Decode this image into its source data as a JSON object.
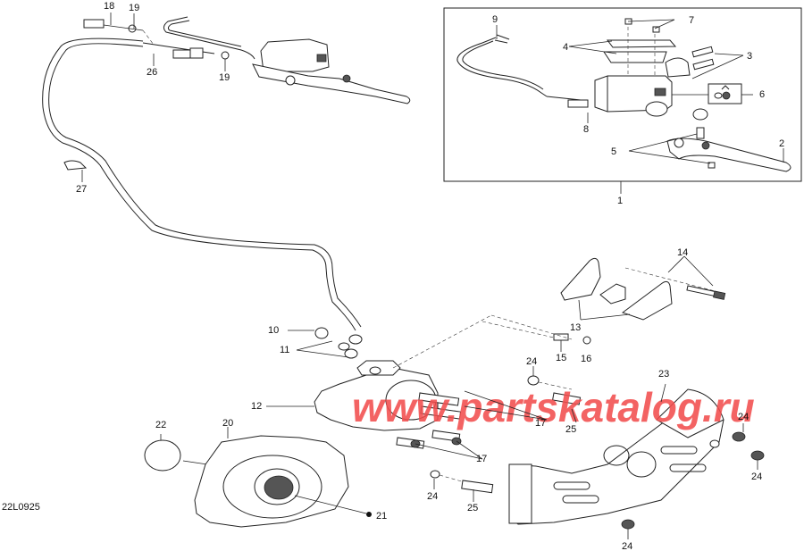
{
  "diagram": {
    "reference_code": "22L0925",
    "watermark": "www.partskatalog.ru",
    "colors": {
      "line": "#222222",
      "background": "#ffffff",
      "watermark": "#f24e4e"
    },
    "inset_box": {
      "label": "1"
    },
    "callouts": [
      {
        "id": "c1",
        "label": "1"
      },
      {
        "id": "c2",
        "label": "2"
      },
      {
        "id": "c3",
        "label": "3"
      },
      {
        "id": "c4",
        "label": "4"
      },
      {
        "id": "c5",
        "label": "5"
      },
      {
        "id": "c6",
        "label": "6"
      },
      {
        "id": "c7",
        "label": "7"
      },
      {
        "id": "c8",
        "label": "8"
      },
      {
        "id": "c9",
        "label": "9"
      },
      {
        "id": "c10",
        "label": "10"
      },
      {
        "id": "c11",
        "label": "11"
      },
      {
        "id": "c12",
        "label": "12"
      },
      {
        "id": "c13",
        "label": "13"
      },
      {
        "id": "c14",
        "label": "14"
      },
      {
        "id": "c15",
        "label": "15"
      },
      {
        "id": "c16",
        "label": "16"
      },
      {
        "id": "c17a",
        "label": "17"
      },
      {
        "id": "c17b",
        "label": "17"
      },
      {
        "id": "c18",
        "label": "18"
      },
      {
        "id": "c19a",
        "label": "19"
      },
      {
        "id": "c19b",
        "label": "19"
      },
      {
        "id": "c20",
        "label": "20"
      },
      {
        "id": "c21",
        "label": "21"
      },
      {
        "id": "c22",
        "label": "22"
      },
      {
        "id": "c23",
        "label": "23"
      },
      {
        "id": "c24a",
        "label": "24"
      },
      {
        "id": "c24b",
        "label": "24"
      },
      {
        "id": "c24c",
        "label": "24"
      },
      {
        "id": "c24d",
        "label": "24"
      },
      {
        "id": "c24e",
        "label": "24"
      },
      {
        "id": "c25a",
        "label": "25"
      },
      {
        "id": "c25b",
        "label": "25"
      },
      {
        "id": "c26",
        "label": "26"
      },
      {
        "id": "c27",
        "label": "27"
      }
    ]
  }
}
